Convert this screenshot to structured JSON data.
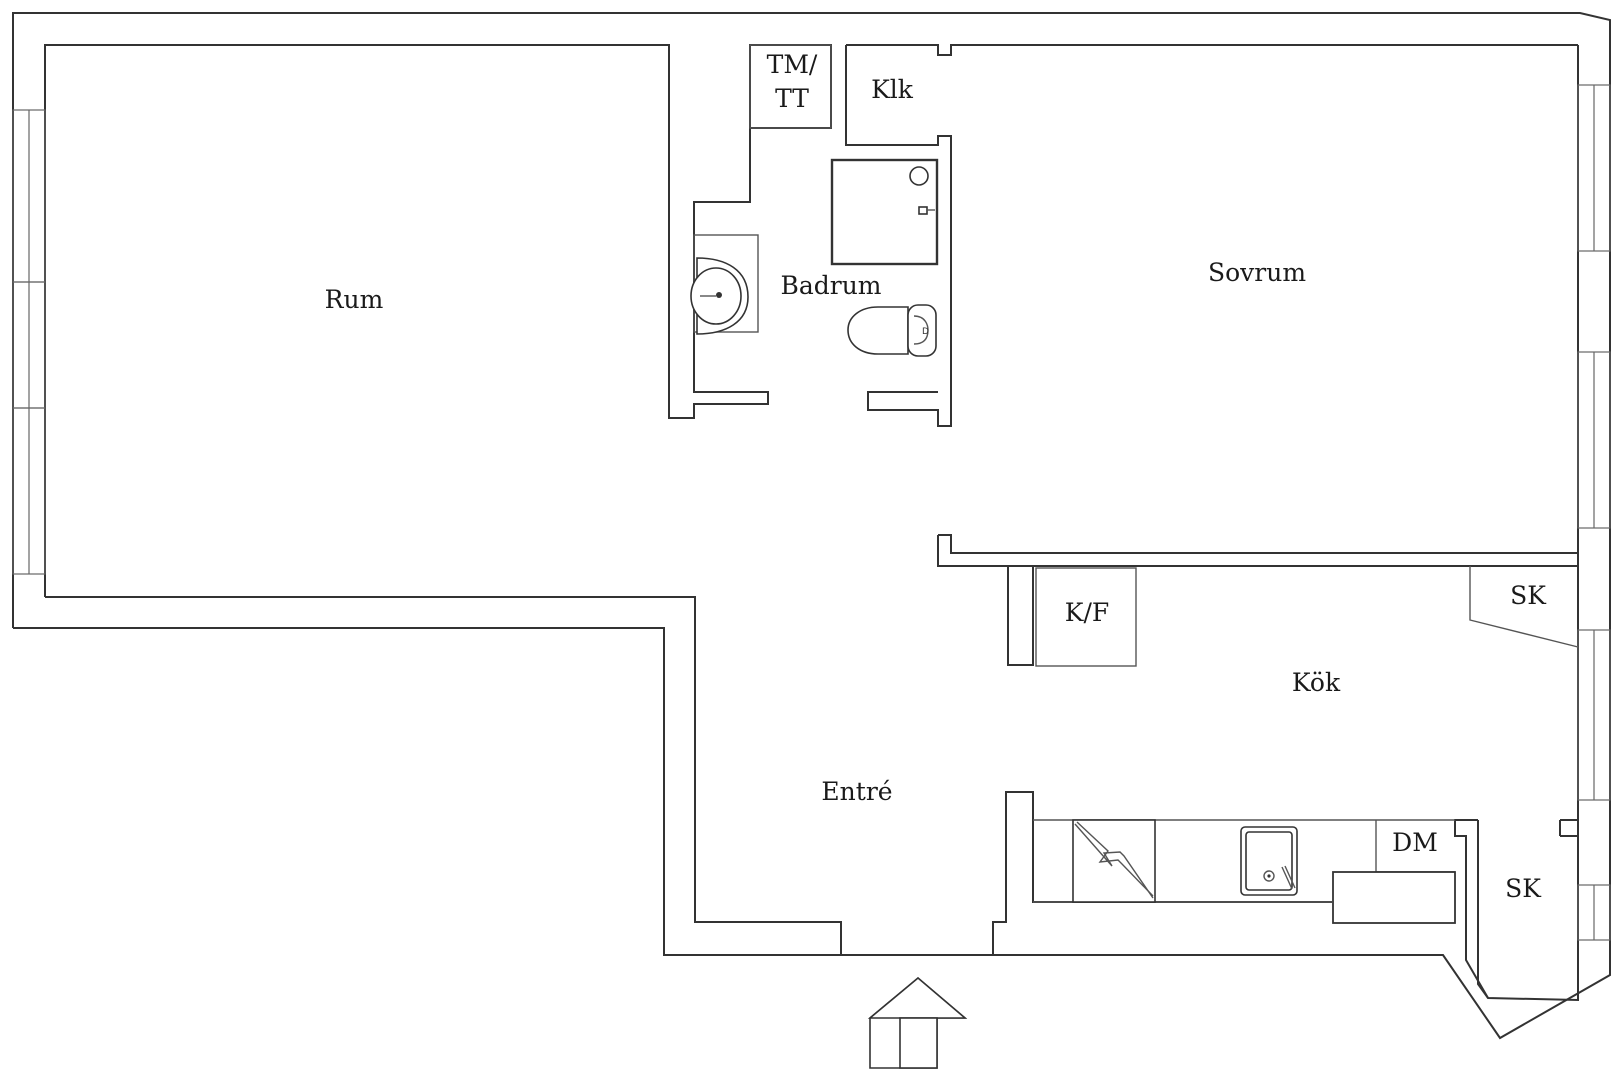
{
  "rooms": {
    "rum": "Rum",
    "tm_tt_line1": "TM/",
    "tm_tt_line2": "TT",
    "klk": "Klk",
    "badrum": "Badrum",
    "sovrum": "Sovrum",
    "kf": "K/F",
    "sk_top": "SK",
    "kok": "Kök",
    "entre": "Entré",
    "dm": "DM",
    "sk_bottom": "SK"
  },
  "colors": {
    "line": "#333333",
    "background": "#ffffff"
  },
  "icons": {
    "entrance": "entrance-arrow-icon",
    "stove": "stove-icon",
    "sink": "kitchen-sink-icon",
    "basin": "washbasin-icon",
    "toilet": "toilet-icon",
    "shower": "shower-icon"
  }
}
